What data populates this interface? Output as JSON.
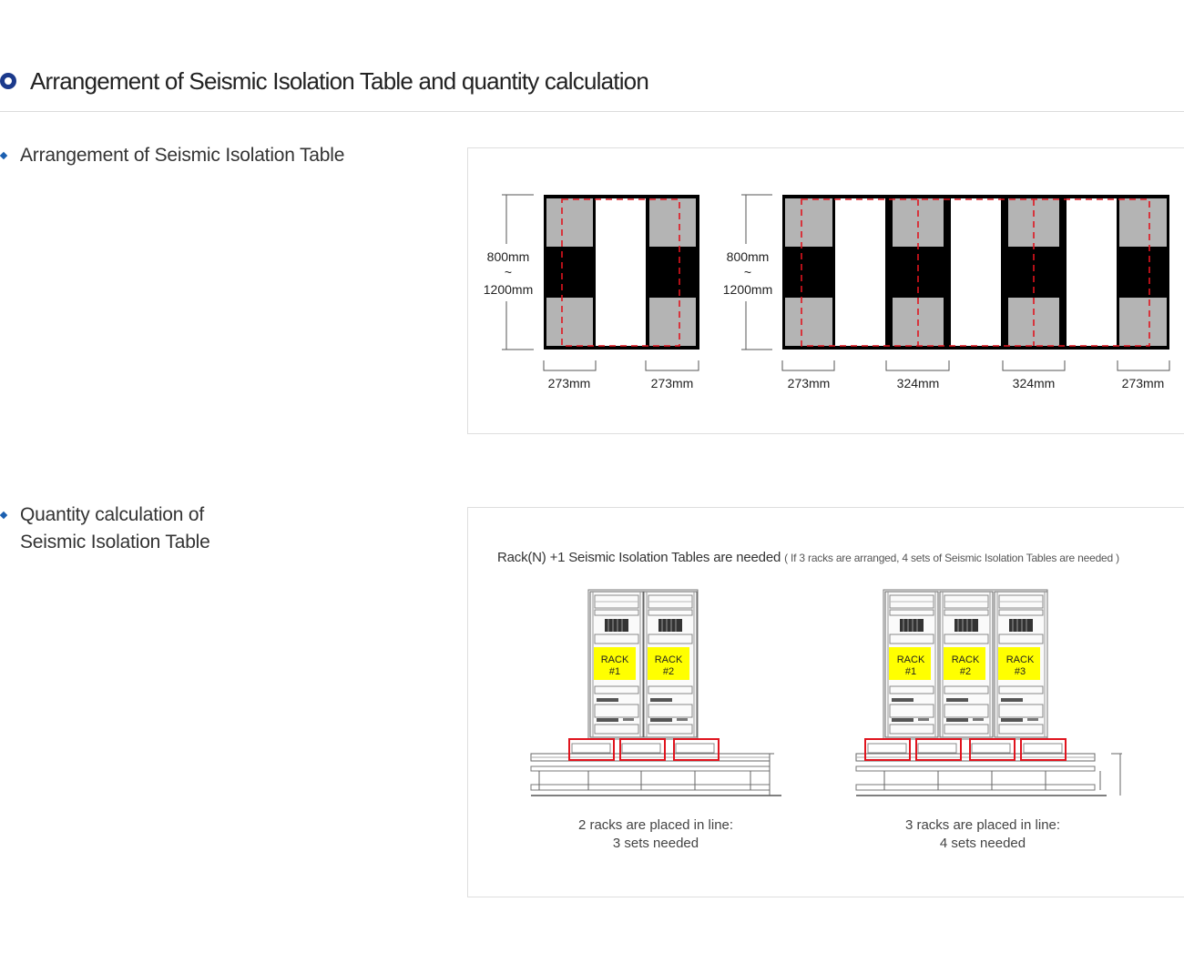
{
  "page": {
    "title": "Arrangement of Seismic Isolation Table and quantity calculation",
    "icon": "ring-bullet-icon",
    "accent": "#1b3a8c"
  },
  "section1": {
    "label": "Arrangement of Seismic Isolation Table",
    "diagram": {
      "height_top": "800mm",
      "height_tilde": "~",
      "height_bottom": "1200mm",
      "left_widths": [
        "273mm",
        "273mm"
      ],
      "right_widths": [
        "273mm",
        "324mm",
        "324mm",
        "273mm"
      ]
    }
  },
  "section2": {
    "label_line1": "Quantity calculation of",
    "label_line2": "Seismic Isolation Table",
    "note_main": "Rack(N) +1 Seismic Isolation Tables are needed",
    "note_sub": "( If 3 racks are arranged, 4 sets of Seismic Isolation Tables are needed )",
    "left_figure": {
      "racks": [
        {
          "line1": "RACK",
          "line2": "#1"
        },
        {
          "line1": "RACK",
          "line2": "#2"
        }
      ],
      "caption_line1": "2 racks are placed in line:",
      "caption_line2": "3 sets needed"
    },
    "right_figure": {
      "racks": [
        {
          "line1": "RACK",
          "line2": "#1"
        },
        {
          "line1": "RACK",
          "line2": "#2"
        },
        {
          "line1": "RACK",
          "line2": "#3"
        }
      ],
      "caption_line1": "3 racks are placed in line:",
      "caption_line2": "4 sets needed"
    }
  },
  "colors": {
    "dashed_line": "#e0141e",
    "highlight_box": "#e0141e",
    "rack_label_bg": "#ffff00",
    "module_gray": "#b4b4b4",
    "bullet": "#1b5fb0"
  }
}
